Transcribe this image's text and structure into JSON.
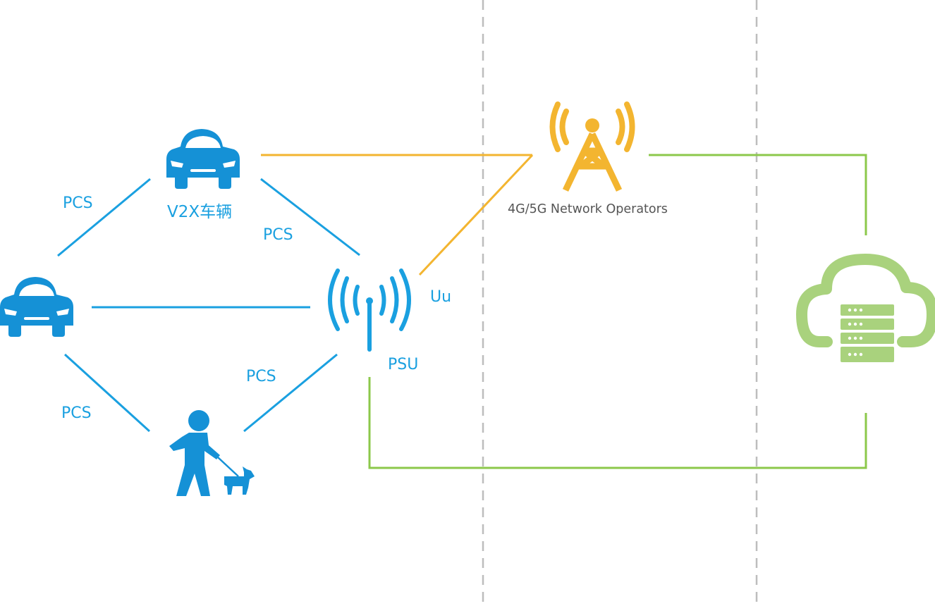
{
  "colors": {
    "blue": "#1aa0e0",
    "icon_blue": "#1591d6",
    "orange": "#f3b530",
    "green": "#8cc84b",
    "cloud_green": "#a9d27d",
    "divider": "#bdbdbd",
    "label_gray": "#555555"
  },
  "nodes": {
    "v2x_vehicle": {
      "label": "V2X车辆",
      "icon": "car-icon"
    },
    "left_vehicle": {
      "icon": "car-icon"
    },
    "pedestrian": {
      "icon": "pedestrian-with-dog-icon"
    },
    "psu": {
      "label": "PSU",
      "icon": "antenna-icon"
    },
    "operator": {
      "label": "4G/5G Network Operators",
      "icon": "cell-tower-icon"
    },
    "cloud": {
      "icon": "cloud-server-icon"
    }
  },
  "links": {
    "pcs_top_left": "PCS",
    "pcs_top_right": "PCS",
    "pcs_bottom_left": "PCS",
    "pcs_bottom_right": "PCS",
    "uu": "Uu"
  }
}
